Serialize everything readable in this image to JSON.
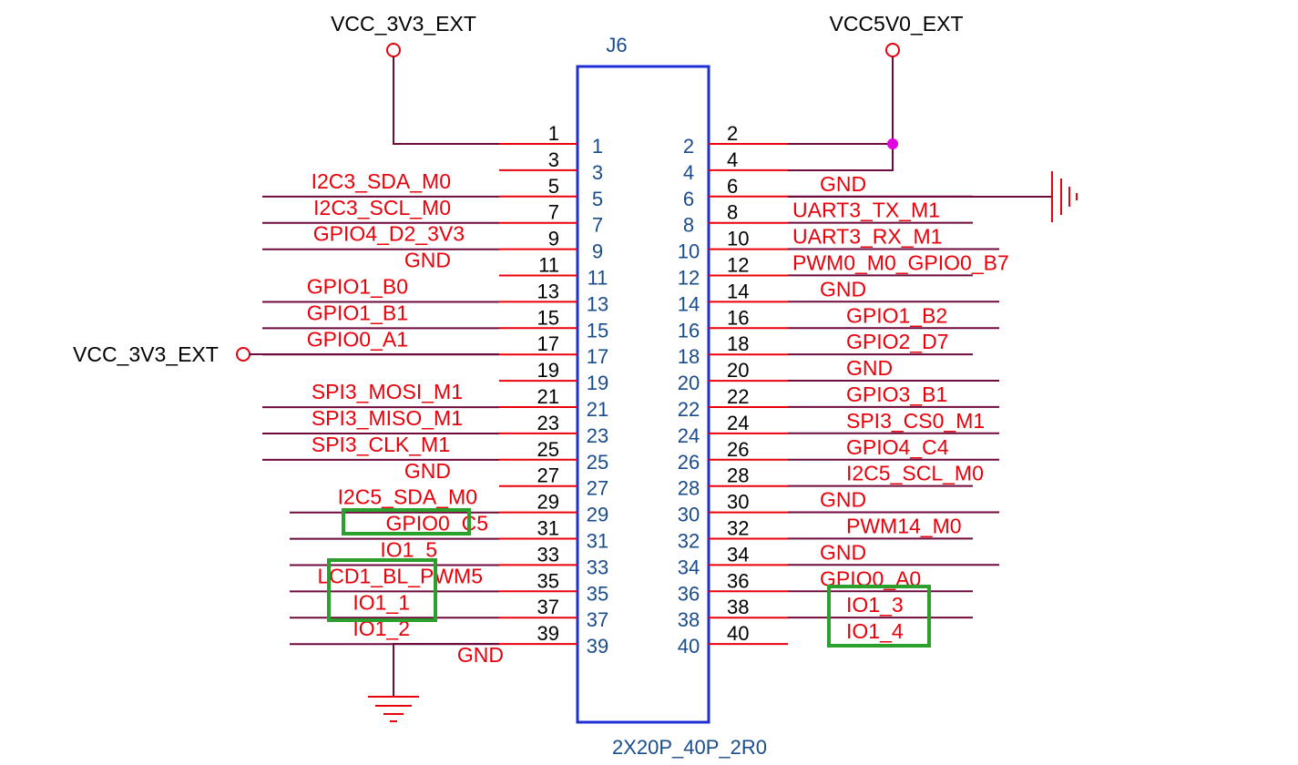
{
  "colors": {
    "wire": "#6e0a3c",
    "pin_line": "#e8000b",
    "net_label": "#e8000b",
    "body_outline": "#1f2fd6",
    "inner_text": "#1a4c8b",
    "highlight": "#2ca02c",
    "junction": "#e000e0"
  },
  "connector": {
    "ref": "J6",
    "value": "2X20P_40P_2R0"
  },
  "power": {
    "top_left": "VCC_3V3_EXT",
    "top_right": "VCC5V0_EXT",
    "left": "VCC_3V3_EXT"
  },
  "left_rows": [
    {
      "outer": "1",
      "inner": "1",
      "net": ""
    },
    {
      "outer": "3",
      "inner": "3",
      "net": "I2C3_SDA_M0"
    },
    {
      "outer": "5",
      "inner": "5",
      "net": "I2C3_SCL_M0"
    },
    {
      "outer": "7",
      "inner": "7",
      "net": "GPIO4_D2_3V3"
    },
    {
      "outer": "9",
      "inner": "9",
      "net": "GND"
    },
    {
      "outer": "11",
      "inner": "11",
      "net": "GPIO1_B0"
    },
    {
      "outer": "13",
      "inner": "13",
      "net": "GPIO1_B1"
    },
    {
      "outer": "15",
      "inner": "15",
      "net": "GPIO0_A1"
    },
    {
      "outer": "17",
      "inner": "17",
      "net": ""
    },
    {
      "outer": "19",
      "inner": "19",
      "net": "SPI3_MOSI_M1"
    },
    {
      "outer": "21",
      "inner": "21",
      "net": "SPI3_MISO_M1"
    },
    {
      "outer": "23",
      "inner": "23",
      "net": "SPI3_CLK_M1"
    },
    {
      "outer": "25",
      "inner": "25",
      "net": "GND"
    },
    {
      "outer": "27",
      "inner": "27",
      "net": "I2C5_SDA_M0"
    },
    {
      "outer": "29",
      "inner": "29",
      "net": "GPIO0_C5"
    },
    {
      "outer": "31",
      "inner": "31",
      "net": "IO1_5"
    },
    {
      "outer": "33",
      "inner": "33",
      "net": "LCD1_BL_PWM5"
    },
    {
      "outer": "35",
      "inner": "35",
      "net": "IO1_1"
    },
    {
      "outer": "37",
      "inner": "37",
      "net": "IO1_2"
    },
    {
      "outer": "39",
      "inner": "39",
      "net": "GND"
    }
  ],
  "right_rows": [
    {
      "outer": "2",
      "inner": "2",
      "net": ""
    },
    {
      "outer": "4",
      "inner": "4",
      "net": ""
    },
    {
      "outer": "6",
      "inner": "6",
      "net": "GND"
    },
    {
      "outer": "8",
      "inner": "8",
      "net": "UART3_TX_M1"
    },
    {
      "outer": "10",
      "inner": "10",
      "net": "UART3_RX_M1"
    },
    {
      "outer": "12",
      "inner": "12",
      "net": "PWM0_M0_GPIO0_B7"
    },
    {
      "outer": "14",
      "inner": "14",
      "net": "GND"
    },
    {
      "outer": "16",
      "inner": "16",
      "net": "GPIO1_B2"
    },
    {
      "outer": "18",
      "inner": "18",
      "net": "GPIO2_D7"
    },
    {
      "outer": "20",
      "inner": "20",
      "net": "GND"
    },
    {
      "outer": "22",
      "inner": "22",
      "net": "GPIO3_B1"
    },
    {
      "outer": "24",
      "inner": "24",
      "net": "SPI3_CS0_M1"
    },
    {
      "outer": "26",
      "inner": "26",
      "net": "GPIO4_C4"
    },
    {
      "outer": "28",
      "inner": "28",
      "net": "I2C5_SCL_M0"
    },
    {
      "outer": "30",
      "inner": "30",
      "net": "GND"
    },
    {
      "outer": "32",
      "inner": "32",
      "net": "PWM14_M0"
    },
    {
      "outer": "34",
      "inner": "34",
      "net": "GND"
    },
    {
      "outer": "36",
      "inner": "36",
      "net": "GPIO0_A0"
    },
    {
      "outer": "38",
      "inner": "38",
      "net": "IO1_3"
    },
    {
      "outer": "40",
      "inner": "40",
      "net": "IO1_4"
    }
  ]
}
